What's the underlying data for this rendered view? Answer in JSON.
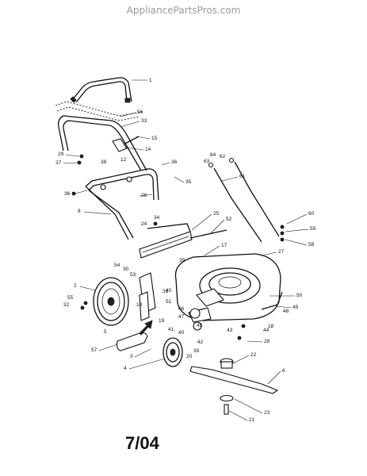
{
  "header": {
    "site": "AppliancePartsPros.com"
  },
  "footer": {
    "date_code": "7/04"
  },
  "callouts": {
    "c1": "1",
    "c56": "56",
    "c33": "33",
    "c15": "15",
    "c14": "14",
    "c29": "29",
    "c37": "37",
    "c12": "12",
    "c38": "38",
    "c36a": "36",
    "c35": "35",
    "c26": "26",
    "c36b": "36",
    "c8": "8",
    "c64": "64",
    "c62": "62",
    "c63": "63",
    "c61": "61",
    "c34": "34",
    "c24": "24",
    "c25": "25",
    "c52": "52",
    "c60": "60",
    "c59": "59",
    "c58": "58",
    "c17": "17",
    "c27": "27",
    "c54": "54",
    "c30": "30",
    "c53": "53",
    "c39": "39",
    "c2": "2",
    "c55": "55",
    "c32": "32",
    "c31": "31",
    "c40a": "40",
    "c50": "50",
    "c51": "51",
    "c46": "46",
    "c49": "49",
    "c48": "48",
    "c19": "19",
    "c18a": "18",
    "c47": "47",
    "c45": "45",
    "c41": "41",
    "c40b": "40",
    "c43": "43",
    "c18b": "18",
    "c44": "44",
    "c42": "42",
    "c5": "5",
    "c28": "28",
    "c39b": "39",
    "c57": "57",
    "c3": "3",
    "c20": "20",
    "c22": "22",
    "c4": "4",
    "c6": "6",
    "c23": "23",
    "c21": "21"
  }
}
